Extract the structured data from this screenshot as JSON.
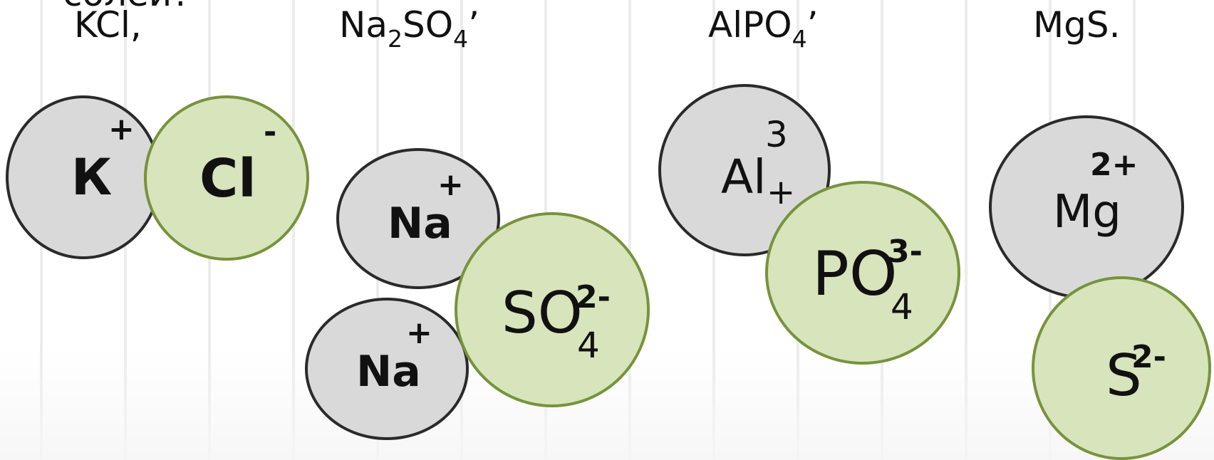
{
  "header": {
    "text": "солей?"
  },
  "formulas": {
    "kcl": "KCl,",
    "na2so4": {
      "a": "Na",
      "sub1": "2",
      "b": "SO",
      "sub2": "4",
      "c": "’"
    },
    "alpo4": {
      "a": "AlPO",
      "sub": "4",
      "c": "’"
    },
    "mgs": "MgS."
  },
  "ions": {
    "k": {
      "symbol": "К",
      "charge": "+"
    },
    "cl": {
      "symbol": "Cl",
      "charge": "-"
    },
    "na1": {
      "symbol": "Na",
      "charge": "+"
    },
    "na2": {
      "symbol": "Na",
      "charge": "+"
    },
    "so4": {
      "symbol": "SO",
      "sub": "4",
      "charge": "2-"
    },
    "al": {
      "symbol": "Al",
      "charge_num": "3",
      "charge_sign": "+"
    },
    "po4": {
      "symbol": "PO",
      "sub": "4",
      "charge": "3-"
    },
    "mg": {
      "symbol": "Mg",
      "charge": "2+"
    },
    "s": {
      "symbol": "S",
      "charge": "2-"
    }
  },
  "colors": {
    "cation_fill": "#d9d9d9",
    "cation_stroke": "#2a2a2a",
    "anion_fill": "#d8e4bc",
    "anion_stroke": "#77933c"
  }
}
